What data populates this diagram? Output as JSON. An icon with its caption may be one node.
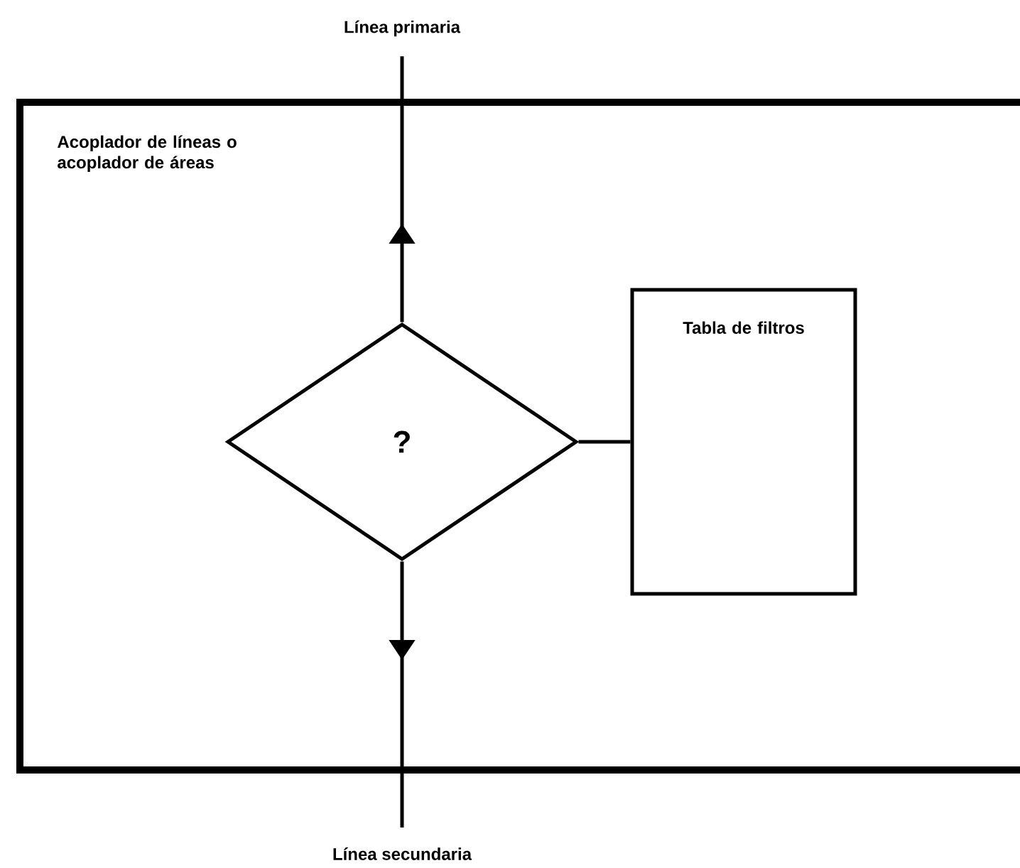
{
  "diagram": {
    "nodes": [
      {
        "text": [
          "Acoplador de líneas o acoplador de áreas"
        ]
      },
      {
        "text": [
          "?"
        ],
        "in": 0
      },
      {
        "text": [
          "Tabla de filtros"
        ],
        "in": 0
      },
      {
        "text": [
          "Línea primaria"
        ]
      },
      {
        "text": [
          "Línea secundaria"
        ]
      }
    ],
    "edges": [
      {
        "from": 1,
        "to": 3,
        "arrow": "to"
      },
      {
        "from": 1,
        "to": 4,
        "arrow": "to"
      },
      {
        "from": 1,
        "to": 2,
        "arrow": "none"
      }
    ]
  }
}
